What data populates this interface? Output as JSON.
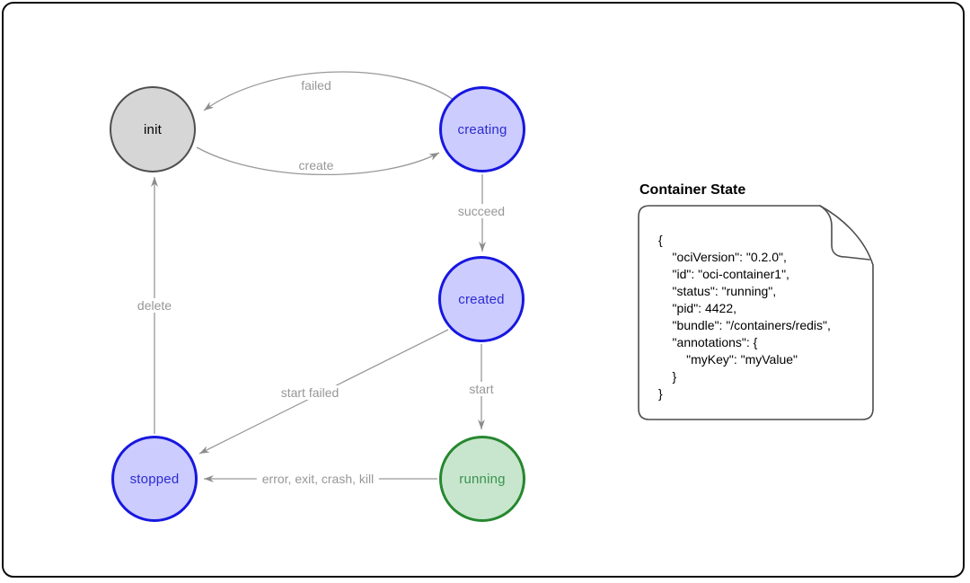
{
  "diagram": {
    "nodes": [
      {
        "id": "init",
        "label": "init",
        "fill": "#d6d6d6",
        "stroke": "#4f4f4f",
        "text_color": "#000000"
      },
      {
        "id": "creating",
        "label": "creating",
        "fill": "#ccccff",
        "stroke": "#1717e0",
        "text_color": "#2b2bd0"
      },
      {
        "id": "created",
        "label": "created",
        "fill": "#ccccff",
        "stroke": "#1717e0",
        "text_color": "#2b2bd0"
      },
      {
        "id": "running",
        "label": "running",
        "fill": "#c8e6cd",
        "stroke": "#26872f",
        "text_color": "#3a9350"
      },
      {
        "id": "stopped",
        "label": "stopped",
        "fill": "#ccccff",
        "stroke": "#1717e0",
        "text_color": "#2b2bd0"
      }
    ],
    "edges": [
      {
        "from": "creating",
        "to": "init",
        "label": "failed"
      },
      {
        "from": "init",
        "to": "creating",
        "label": "create"
      },
      {
        "from": "creating",
        "to": "created",
        "label": "succeed"
      },
      {
        "from": "stopped",
        "to": "init",
        "label": "delete"
      },
      {
        "from": "created",
        "to": "stopped",
        "label": "start failed"
      },
      {
        "from": "created",
        "to": "running",
        "label": "start"
      },
      {
        "from": "running",
        "to": "stopped",
        "label": "error, exit, crash, kill"
      }
    ],
    "edge_color": "#999999"
  },
  "note": {
    "title": "Container State",
    "code": "{\n    \"ociVersion\": \"0.2.0\",\n    \"id\": \"oci-container1\",\n    \"status\": \"running\",\n    \"pid\": 4422,\n    \"bundle\": \"/containers/redis\",\n    \"annotations\": {\n        \"myKey\": \"myValue\"\n    }\n}"
  }
}
